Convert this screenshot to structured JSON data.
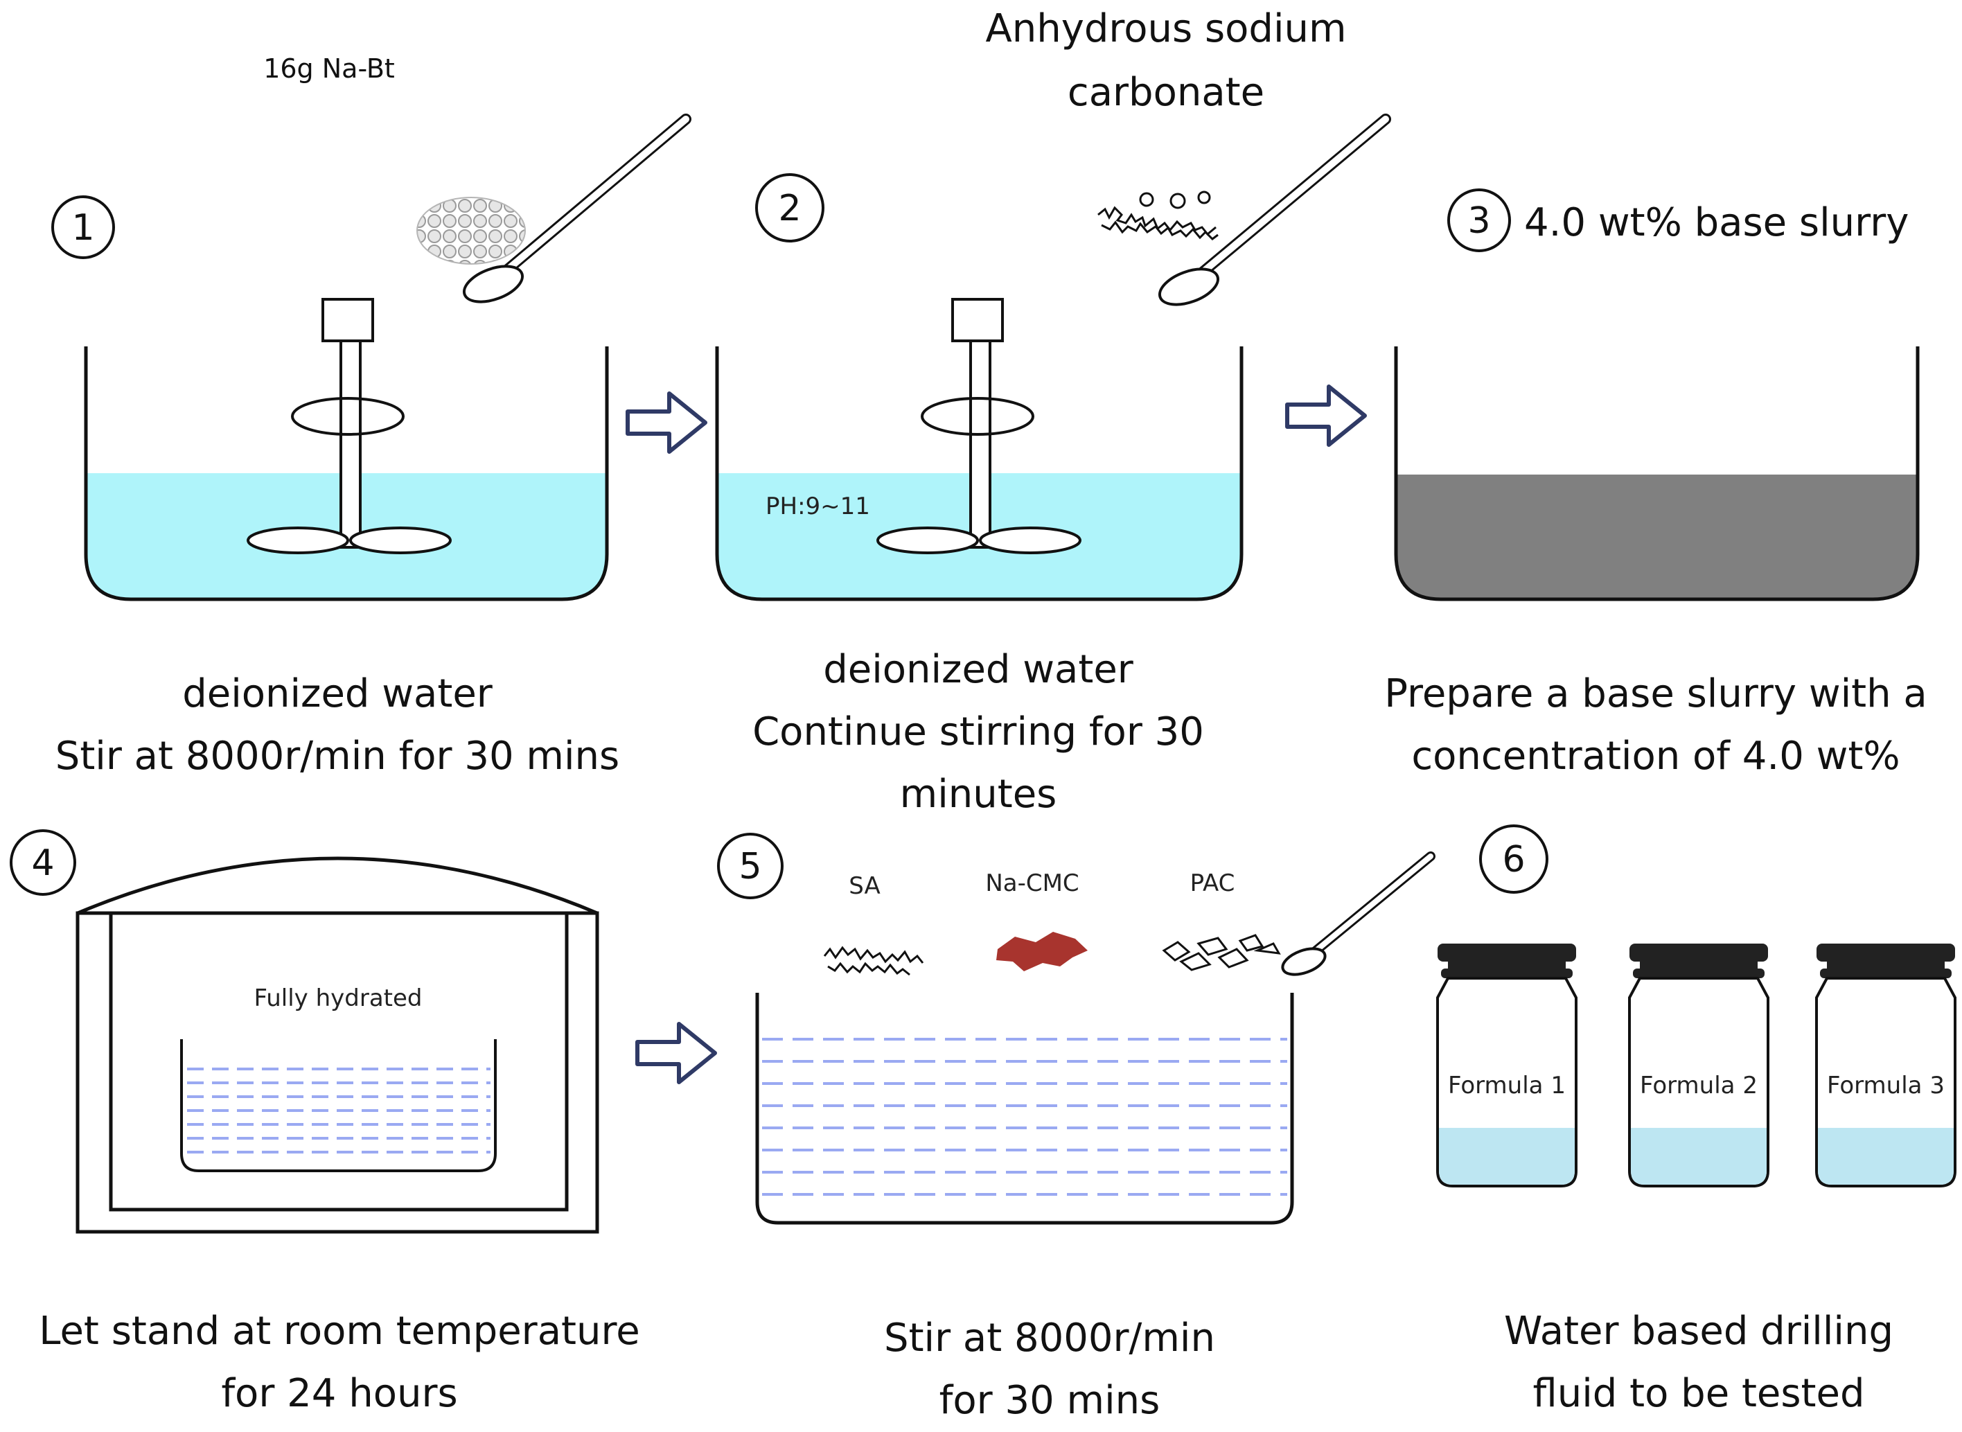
{
  "step1": {
    "number": "1",
    "material": "16g Na-Bt",
    "caption_line1": "deionized water",
    "caption_line2": "Stir at 8000r/min for 30 mins"
  },
  "step2": {
    "number": "2",
    "material_line1": "Anhydrous sodium",
    "material_line2": "carbonate",
    "ph_label": "PH:9~11",
    "caption_line1": "deionized water",
    "caption_line2": "Continue stirring for 30",
    "caption_line3": "minutes"
  },
  "step3": {
    "number": "3",
    "title": "4.0 wt% base slurry",
    "caption_line1": "Prepare a base slurry with a",
    "caption_line2": "concentration of 4.0 wt%"
  },
  "step4": {
    "number": "4",
    "label": "Fully hydrated",
    "caption_line1": "Let stand at room temperature",
    "caption_line2": "for 24 hours"
  },
  "step5": {
    "number": "5",
    "additives": [
      "SA",
      "Na-CMC",
      "PAC"
    ],
    "caption_line1": "Stir at 8000r/min",
    "caption_line2": "for 30 mins"
  },
  "step6": {
    "number": "6",
    "bottles": [
      "Formula 1",
      "Formula 2",
      "Formula 3"
    ],
    "caption_line1": "Water based drilling",
    "caption_line2": "fluid to be tested"
  },
  "colors": {
    "water": "#aff4fa",
    "slurry": "#808080",
    "bottle_liquid": "#bde6f2",
    "dashes": "#9aa9f2",
    "arrow": "#2f3a66",
    "cmc": "#a8342e"
  }
}
